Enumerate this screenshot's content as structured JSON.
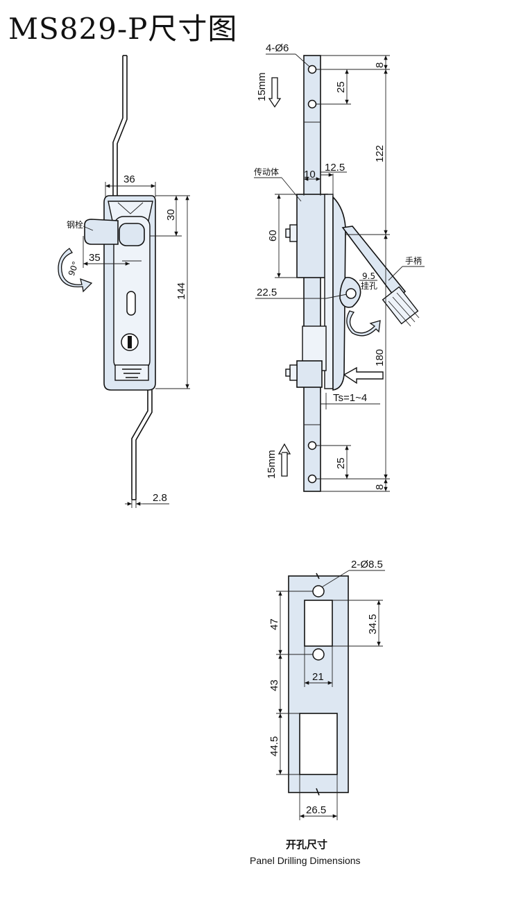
{
  "title": "MS829-P尺寸图",
  "front_view": {
    "labels": {
      "bolt": "钢栓",
      "rotation": "90°"
    },
    "dims": {
      "width": "36",
      "top_height": "30",
      "bolt_offset": "35",
      "height": "144",
      "rod_thickness": "2.8"
    }
  },
  "side_view": {
    "labels": {
      "body": "传动体",
      "handle": "手柄",
      "hang_hole": "挂孔",
      "hang_hole_size": "9.5",
      "ts_range": "Ts=1~4",
      "travel_top": "15mm",
      "travel_bottom": "15mm"
    },
    "dims": {
      "holes": "4-Ø6",
      "top_edge": "8",
      "hole_pitch_top": "25",
      "upper_span": "122",
      "width_10": "10",
      "width_12_5": "12.5",
      "body_height": "60",
      "offset_22_5": "22.5",
      "lower_span": "180",
      "hole_pitch_bottom": "25",
      "bottom_edge": "8"
    }
  },
  "drilling": {
    "dims": {
      "holes": "2-Ø8.5",
      "hole_spacing": "47",
      "slot_height": "34.5",
      "slot_width": "21",
      "gap": "43",
      "lower_cut_height": "44.5",
      "lower_cut_width": "26.5"
    },
    "caption_cn": "开孔尺寸",
    "caption_en": "Panel Drilling Dimensions"
  },
  "colors": {
    "part_fill": "#dde7f2",
    "line": "#111111"
  }
}
